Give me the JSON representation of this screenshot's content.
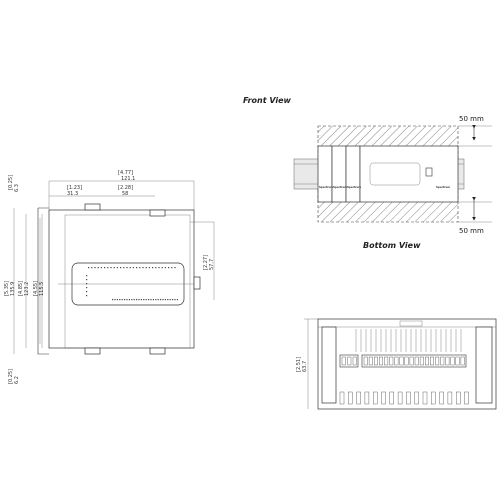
{
  "views": {
    "front": {
      "title": "Front View"
    },
    "bottom": {
      "title": "Bottom View"
    }
  },
  "clearance": {
    "top": "50 mm",
    "bottom": "50 mm"
  },
  "side_view": {
    "dims": {
      "total_width": {
        "in": "[4.77]",
        "mm": "121.1"
      },
      "left_offset": {
        "in": "[1.23]",
        "mm": "31.3"
      },
      "mid_offset": {
        "in": "[2.28]",
        "mm": "58"
      },
      "top_small": {
        "in": "[0.25]",
        "mm": "6.3"
      },
      "total_height": {
        "in": "[5.35]",
        "mm": "135.9"
      },
      "mid_height": {
        "in": "[4.85]",
        "mm": "123.2"
      },
      "inner_height": {
        "in": "[4.55]",
        "mm": "115.5"
      },
      "right_height": {
        "in": "[2.27]",
        "mm": "57.7"
      },
      "bottom_small": {
        "in": "[0.25]",
        "mm": "6.2"
      }
    }
  },
  "bottom_view": {
    "dims": {
      "height": {
        "in": "[2.51]",
        "mm": "63.7"
      }
    }
  },
  "brand_text": {
    "a": "Spectrum",
    "b": "Spectrum",
    "c": "Spectrum",
    "d": "Spectrum"
  }
}
